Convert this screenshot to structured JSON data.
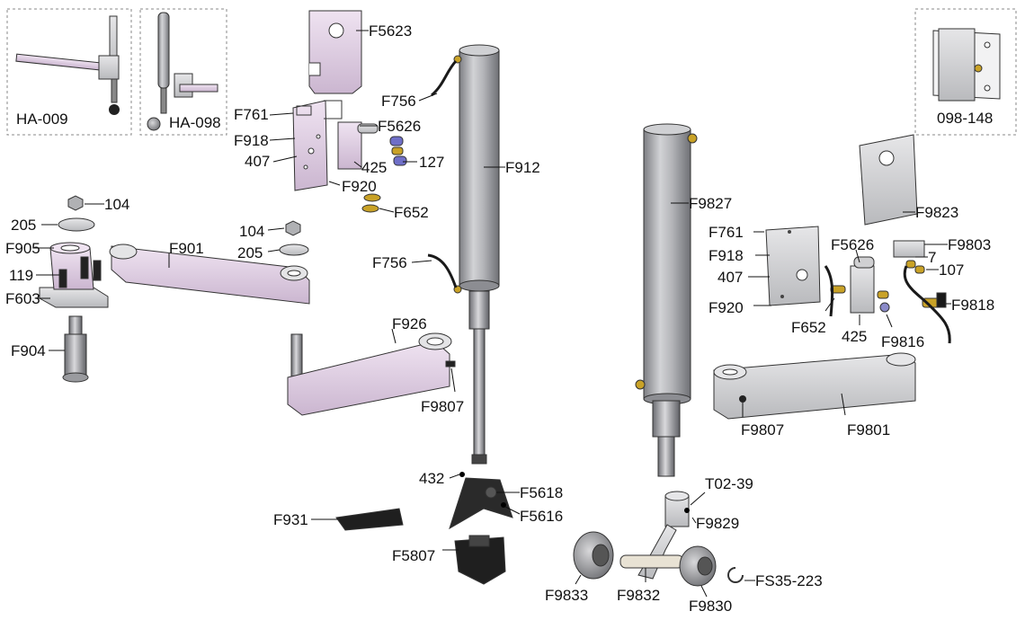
{
  "title": "",
  "colors": {
    "part_lilac": "#dcc9e0",
    "part_grey": "#c9c9cc",
    "cylinder_grey": "#a8a9ad",
    "dark": "#222222",
    "brass": "#c9a227",
    "hose": "#1a1a1a"
  },
  "insets": {
    "ha009": "HA-009",
    "ha098": "HA-098",
    "p098148": "098-148"
  },
  "left_assembly": {
    "f5623": "F5623",
    "f756_top": "F756",
    "f761": "F761",
    "f5626": "F5626",
    "f918": "F918",
    "p407": "407",
    "p425": "425",
    "p127": "127",
    "f920": "F920",
    "f652": "F652",
    "f912": "F912",
    "p104_a": "104",
    "p205_a": "205",
    "f905": "F905",
    "p119": "119",
    "f603": "F603",
    "f901": "F901",
    "p104_b": "104",
    "p205_b": "205",
    "f756_mid": "F756",
    "f904": "F904",
    "f926": "F926",
    "f9807": "F9807",
    "p432": "432",
    "f5618": "F5618",
    "f5616": "F5616",
    "f931": "F931",
    "f5807": "F5807"
  },
  "right_assembly": {
    "f9827": "F9827",
    "f9823": "F9823",
    "f761": "F761",
    "f918": "F918",
    "p407": "407",
    "f920": "F920",
    "f5626": "F5626",
    "f9803": "F9803",
    "p7": "7",
    "p107": "107",
    "f9818": "F9818",
    "f652": "F652",
    "p425": "425",
    "f9816": "F9816",
    "f9807": "F9807",
    "f9801": "F9801",
    "t0239": "T02-39",
    "f9829": "F9829",
    "f9833": "F9833",
    "f9832": "F9832",
    "f9830": "F9830",
    "fs35223": "FS35-223"
  }
}
